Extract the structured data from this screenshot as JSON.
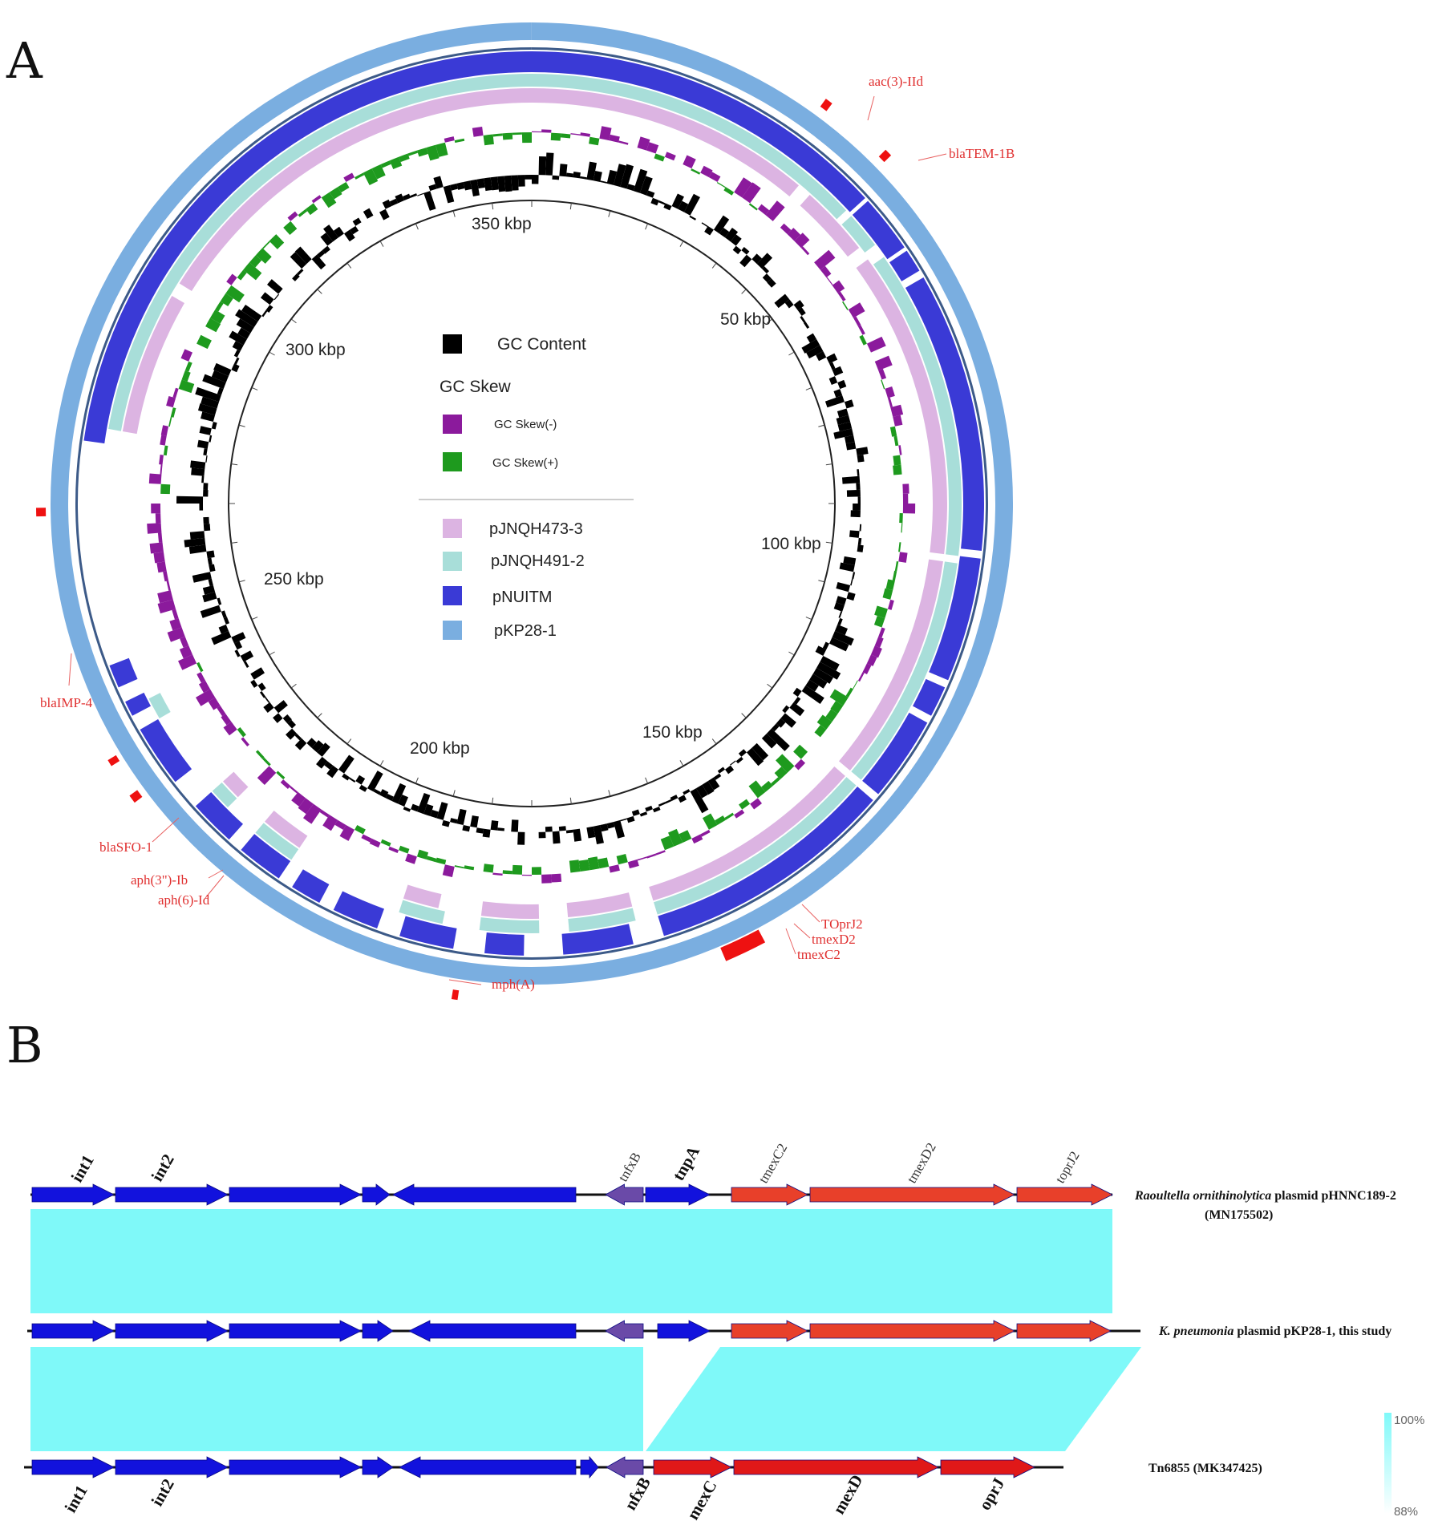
{
  "panels": {
    "a": "A",
    "b": "B"
  },
  "circle": {
    "kbp_labels": [
      "350 kbp",
      "50 kbp",
      "300 kbp",
      "100 kbp",
      "250 kbp",
      "150 kbp",
      "200 kbp"
    ],
    "legend": {
      "gc_content": "GC Content",
      "gc_skew_title": "GC Skew",
      "gc_skew_neg": "GC Skew(-)",
      "gc_skew_pos": "GC Skew(+)",
      "rings": [
        "pJNQH473-3",
        "pJNQH491-2",
        "pNUITM",
        "pKP28-1"
      ]
    },
    "colors": {
      "gc_content": "#000000",
      "gc_skew_neg": "#8b1a9c",
      "gc_skew_pos": "#1e9a1e",
      "ring1": "#dcb4e2",
      "ring2": "#a8ded9",
      "ring3": "#3a3ad6",
      "ring4": "#7aaee0",
      "gene": "#ee1111"
    },
    "genes": [
      "aac(3)-IId",
      "blaTEM-1B",
      "blaIMP-4",
      "blaSFO-1",
      "aph(3\")-Ib",
      "aph(6)-Id",
      "mph(A)",
      "TOprJ2",
      "tmexD2",
      "tmexC2"
    ]
  },
  "linear": {
    "top_genes": [
      "int1",
      "int2",
      "tnfxB",
      "tnpA",
      "tmexC2",
      "tmexD2",
      "toprJ2"
    ],
    "bottom_genes": [
      "int1",
      "int2",
      "nfxB",
      "mexC",
      "mexD",
      "oprJ"
    ],
    "track1": {
      "species": "Raoultella ornithinolytica",
      "rest": " plasmid pHNNC189-2",
      "accession": "(MN175502)"
    },
    "track2": {
      "species": "K. pneumonia",
      "rest": " plasmid pKP28-1, this study"
    },
    "track3": {
      "label": "Tn6855 (MK347425)"
    },
    "scale": {
      "max": "100%",
      "min": "88%"
    },
    "colors": {
      "blue": "#1212dd",
      "purple": "#6a4aa8",
      "red": "#e8402a",
      "red2": "#e01818",
      "link": "#7ff9f9"
    }
  }
}
